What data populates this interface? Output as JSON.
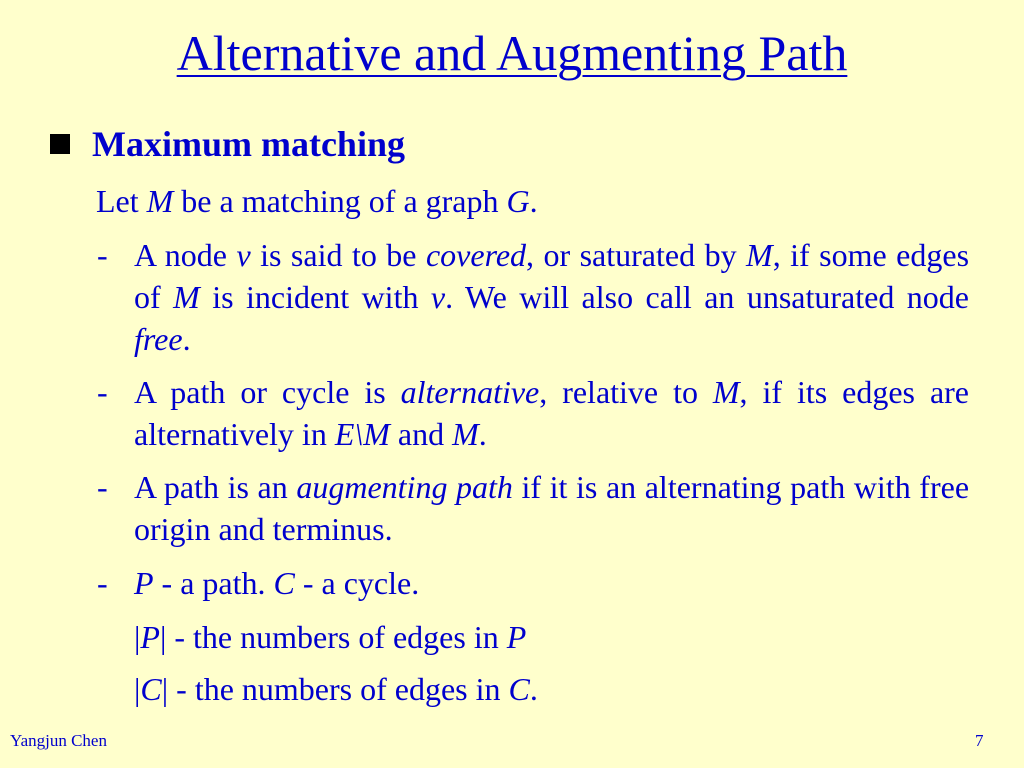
{
  "title": "Alternative and Augmenting Path",
  "bullet": "Maximum matching",
  "intro": {
    "p1": "Let ",
    "m": "M",
    "p2": " be a matching of a graph ",
    "g": "G",
    "p3": "."
  },
  "item1": {
    "dash": "-",
    "a": "A node ",
    "v": "v",
    "b": " is said to be ",
    "covered": "covered",
    "c": ", or saturated by ",
    "m": "M",
    "d": ", if some edges of ",
    "m2": "M",
    "e": " is incident with ",
    "v2": "v",
    "f": ". We will also call an unsaturated node ",
    "free": "free",
    "g": "."
  },
  "item2": {
    "dash": "-",
    "a": "A path or cycle is ",
    "alternative": "alternative",
    "b": ", relative to ",
    "m": "M",
    "c": ", if its edges are alternatively in ",
    "em": "E\\M",
    "d": " and ",
    "m2": "M",
    "e": "."
  },
  "item3": {
    "dash": "-",
    "a": "A path is an ",
    "aug": "augmenting path",
    "b": " if it is an alternating path with free origin and terminus."
  },
  "item4": {
    "dash": "-",
    "p": "P",
    "a": " - a path. ",
    "c": "C",
    "b": " - a cycle."
  },
  "sub1": {
    "bar1": "|",
    "p": "P",
    "bar2": "|",
    "text": " - the numbers of edges in ",
    "p2": "P"
  },
  "sub2": {
    "bar1": "|",
    "c": "C",
    "bar2": "|",
    "text": " - the numbers of edges in ",
    "c2": "C",
    "end": "."
  },
  "footer": {
    "author": "Yangjun Chen",
    "page": "7"
  }
}
